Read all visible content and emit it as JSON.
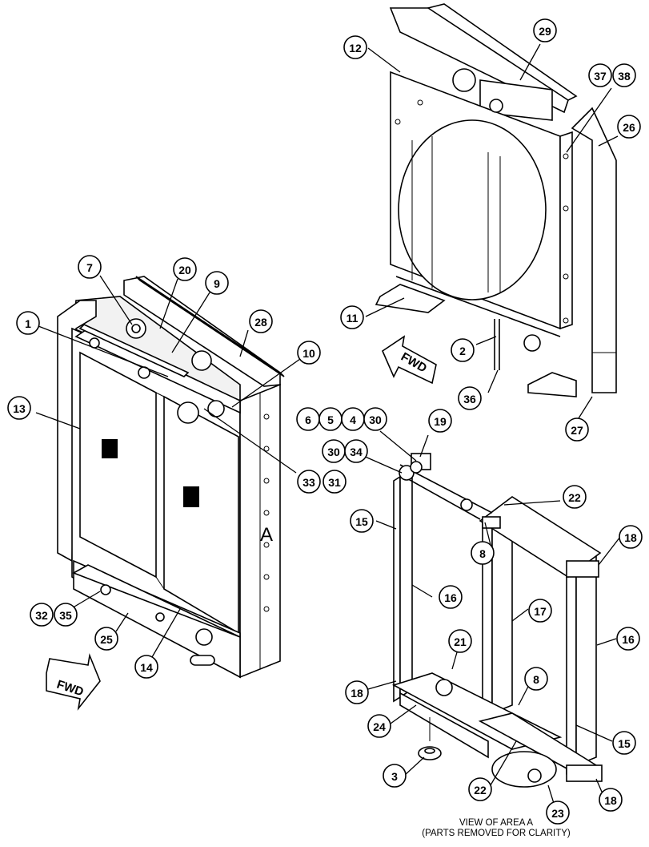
{
  "balloons": [
    {
      "text": "1"
    },
    {
      "text": "7"
    },
    {
      "text": "20"
    },
    {
      "text": "9"
    },
    {
      "text": "28"
    },
    {
      "text": "10"
    },
    {
      "text": "13"
    },
    {
      "text": "33"
    },
    {
      "text": "31"
    },
    {
      "text": "32"
    },
    {
      "text": "35"
    },
    {
      "text": "25"
    },
    {
      "text": "14"
    },
    {
      "text": "12"
    },
    {
      "text": "29"
    },
    {
      "text": "37"
    },
    {
      "text": "38"
    },
    {
      "text": "26"
    },
    {
      "text": "11"
    },
    {
      "text": "2"
    },
    {
      "text": "36"
    },
    {
      "text": "27"
    },
    {
      "text": "6"
    },
    {
      "text": "5"
    },
    {
      "text": "4"
    },
    {
      "text": "30"
    },
    {
      "text": "19"
    },
    {
      "text": "30"
    },
    {
      "text": "34"
    },
    {
      "text": "22"
    },
    {
      "text": "15"
    },
    {
      "text": "18"
    },
    {
      "text": "8"
    },
    {
      "text": "16"
    },
    {
      "text": "17"
    },
    {
      "text": "16"
    },
    {
      "text": "21"
    },
    {
      "text": "18"
    },
    {
      "text": "8"
    },
    {
      "text": "24"
    },
    {
      "text": "15"
    },
    {
      "text": "3"
    },
    {
      "text": "22"
    },
    {
      "text": "18"
    },
    {
      "text": "23"
    }
  ],
  "fwd_label": "FWD",
  "area_label": "A",
  "caption": {
    "line1": "VIEW OF AREA A",
    "line2": "(PARTS REMOVED FOR CLARITY)"
  }
}
